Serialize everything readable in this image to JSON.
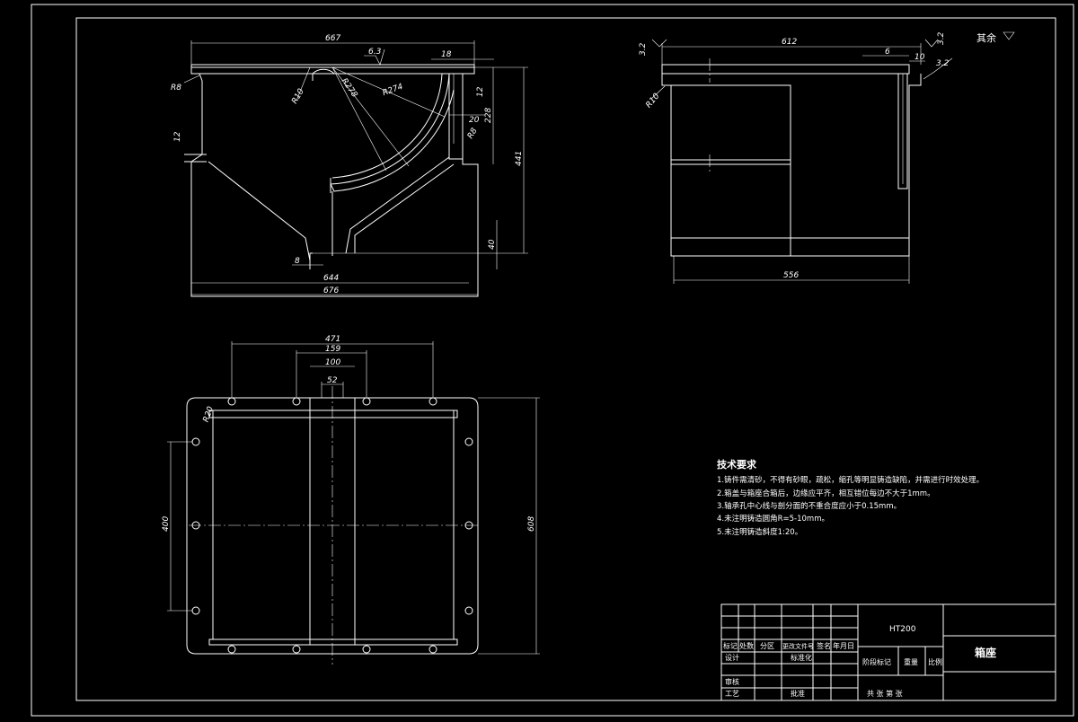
{
  "roughness_note": {
    "label": "其余"
  },
  "front_view": {
    "dims": {
      "top_length": "667",
      "roughness_top": "6.3",
      "wall_18": "18",
      "r8_left": "R8",
      "r10": "R10",
      "r278": "R278",
      "r274": "R274",
      "d12_right": "12",
      "d20": "20",
      "d228": "228",
      "d441": "441",
      "r8_right": "R8",
      "d12_left": "12",
      "d40": "40",
      "d8": "8",
      "d644": "644",
      "d676": "676"
    }
  },
  "side_view": {
    "dims": {
      "top_length": "612",
      "rough_left": "3.2",
      "rough_right": "3.2",
      "rough_far": "3.2",
      "d6": "6",
      "d10": "10",
      "r10": "R10",
      "d556": "556"
    }
  },
  "top_view": {
    "dims": {
      "d471": "471",
      "d159": "159",
      "d100": "100",
      "d52": "52",
      "d400": "400",
      "d608": "608",
      "r20": "R20"
    }
  },
  "tech_requirements": {
    "heading": "技术要求",
    "items": [
      "1.铸件需清砂，不得有砂眼，疏松，缩孔等明显铸造缺陷，并需进行时效处理。",
      "2.箱盖与箱座合箱后，边缘应平齐，相互错位每边不大于1mm。",
      "3.轴承孔中心线与剖分面的不重合度应小于0.15mm。",
      "4.未注明铸造圆角R=5-10mm。",
      "5.未注明铸造斜度1:20。"
    ]
  },
  "title_block": {
    "material": "HT200",
    "part_name": "箱座",
    "row_labels": [
      "标记",
      "处数",
      "分区",
      "更改文件号",
      "签名",
      "年月日"
    ],
    "design": "设计",
    "standardize": "标准化",
    "stage_mark": "阶段标记",
    "weight": "重量",
    "scale": "比例",
    "review": "审核",
    "process": "工艺",
    "approve": "批准",
    "sheets": "共 张 第 张"
  }
}
